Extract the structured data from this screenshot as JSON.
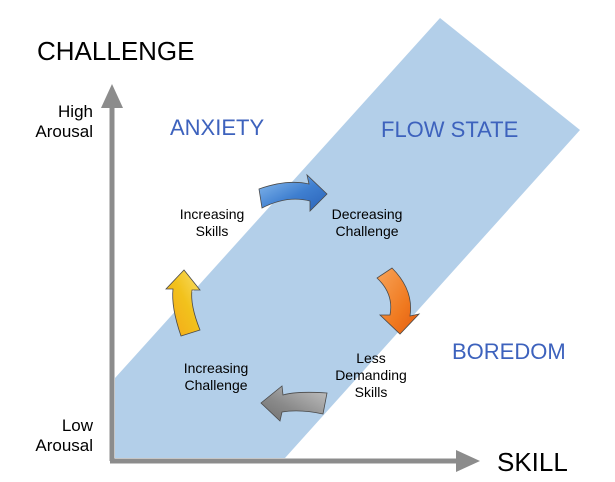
{
  "axes": {
    "y_title": "CHALLENGE",
    "x_title": "SKILL",
    "y_high_label": "High\nArousal",
    "y_low_label": "Low\nArousal"
  },
  "zones": {
    "anxiety": "ANXIETY",
    "flow": "FLOW STATE",
    "boredom": "BOREDOM"
  },
  "cycle": {
    "increasing_skills": "Increasing\nSkills",
    "decreasing_challenge": "Decreasing\nChallenge",
    "less_demanding_skills": "Less\nDemanding\nSkills",
    "increasing_challenge": "Increasing\nChallenge"
  },
  "colors": {
    "flow_band": "#b3cfe9",
    "axis": "#8c8c8c",
    "zone_text": "#3d62bd",
    "arrow_blue": "#3f7fd0",
    "arrow_orange": "#f07a20",
    "arrow_gray": "#8a8a8a",
    "arrow_yellow": "#f2c21c"
  }
}
